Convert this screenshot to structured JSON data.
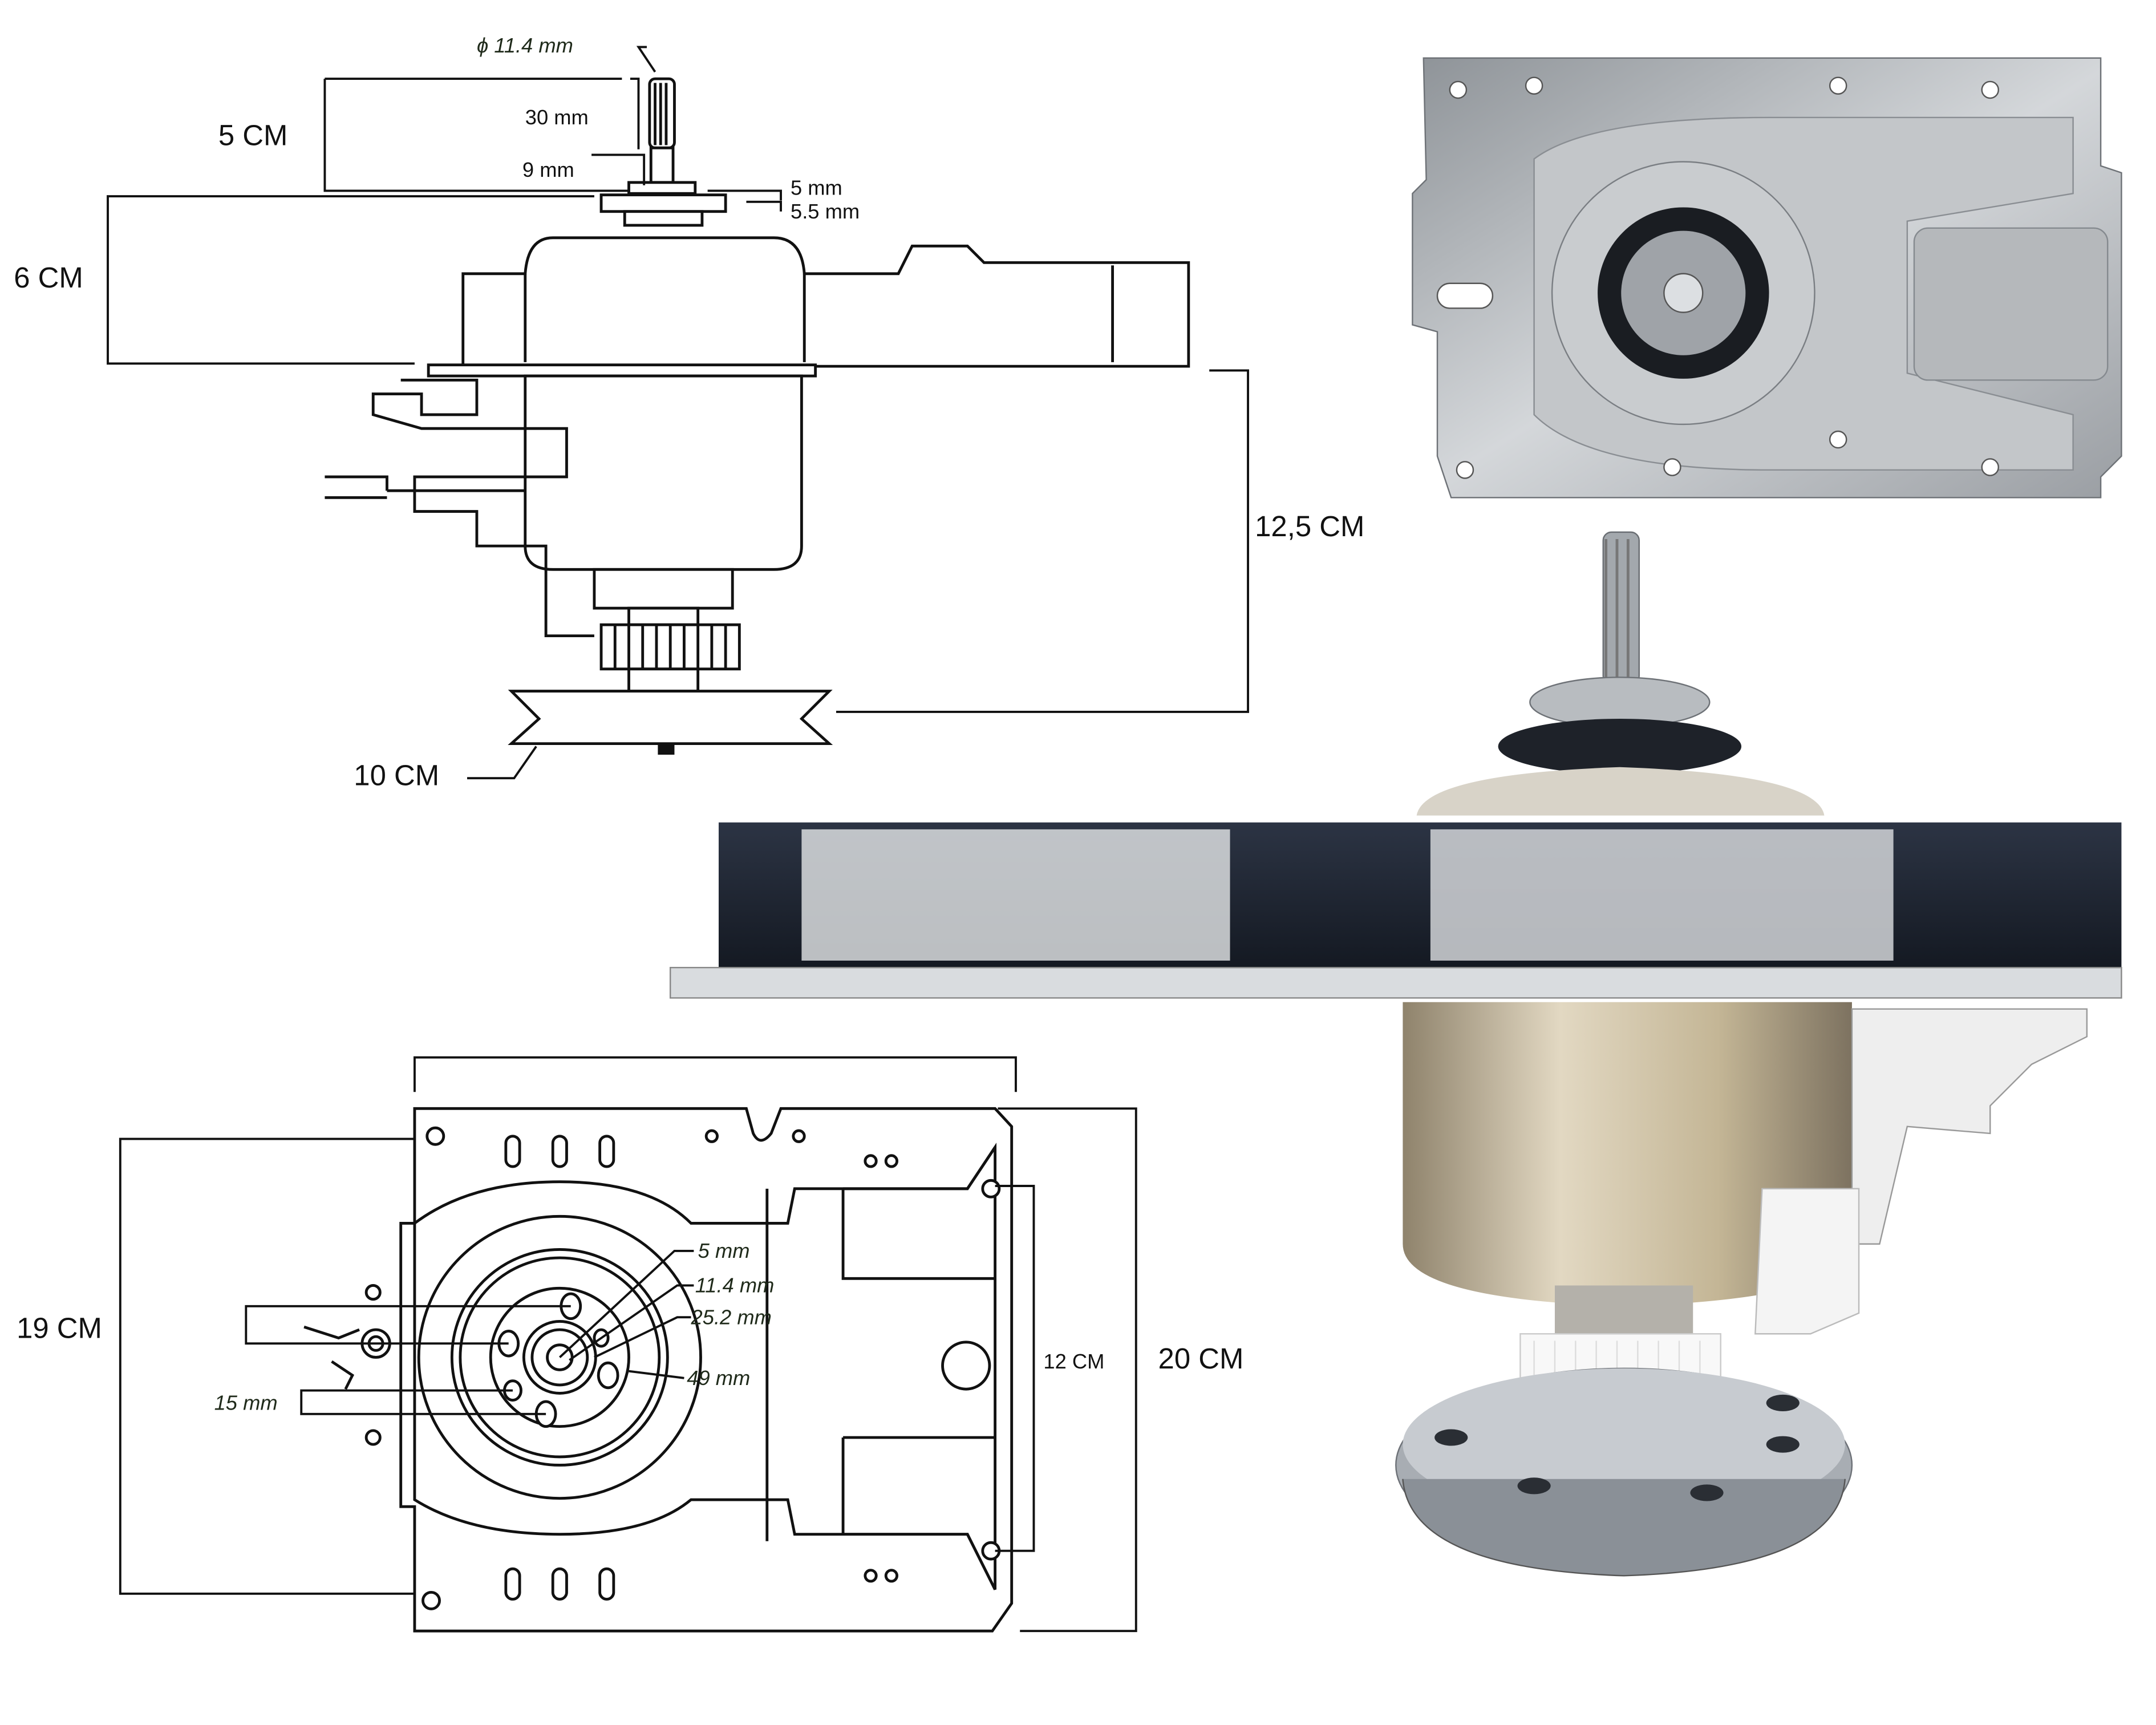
{
  "side_view": {
    "shaft_diameter": "ϕ 11.4 mm",
    "spline_length": "30 mm",
    "shaft_neck": "9 mm",
    "collar_1": "5 mm",
    "collar_2": "5.5 mm",
    "shaft_height": "5 CM",
    "housing_height": "6 CM",
    "lower_height": "12,5 CM",
    "pulley_diameter": "10 CM"
  },
  "bottom_view": {
    "plate_height": "19 CM",
    "plate_width": "20 CM",
    "hole_spacing": "12 CM",
    "bolt_spacing": "15 mm",
    "hole_5": "5 mm",
    "hole_11_4": "11.4 mm",
    "hole_25_2": "25.2 mm",
    "circle_49": "49 mm"
  },
  "colors": {
    "line": "#111111",
    "metal": "#b9bcbf",
    "black_housing": "#1b2230",
    "motor_can": "#c9bb9c",
    "plastic_white": "#f4f4f4"
  }
}
